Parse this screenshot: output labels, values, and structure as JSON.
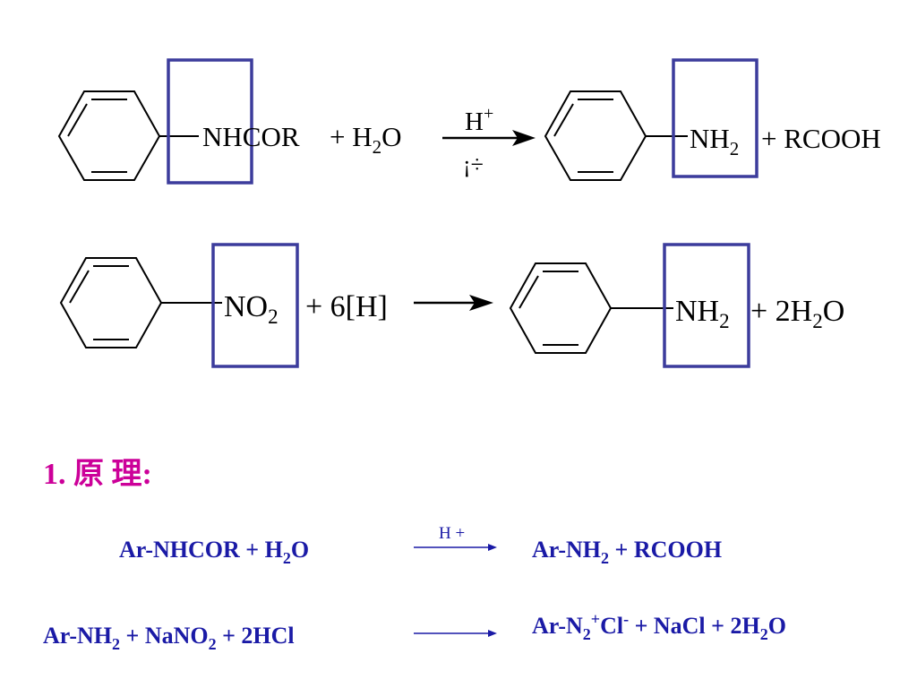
{
  "reaction1": {
    "reactant_group": "NHCOR",
    "plus_water": "+ H",
    "water_sub": "2",
    "water_o": "O",
    "catalyst": "H",
    "catalyst_sup": "+",
    "below_arrow": "¡÷",
    "product_group": "NH",
    "product_sub": "2",
    "byproduct": "+ RCOOH"
  },
  "reaction2": {
    "reactant_group": "NO",
    "reactant_sub": "2",
    "reagent": "+ 6[H]",
    "product_group": "NH",
    "product_sub": "2",
    "byproduct_prefix": "+ 2H",
    "byproduct_sub": "2",
    "byproduct_o": "O"
  },
  "section_heading": "1. 原 理:",
  "eq1": {
    "left_a": "Ar-NHCOR  +  H",
    "left_sub": "2",
    "left_b": "O",
    "catalyst": "H +",
    "right_a": "Ar-NH",
    "right_sub": "2",
    "right_b": "  +  RCOOH"
  },
  "eq2": {
    "left_a": "Ar-NH",
    "left_sub1": "2",
    "left_b": "  +  NaNO",
    "left_sub2": "2",
    "left_c": "  + 2HCl",
    "right_a": "Ar-N",
    "right_sub": "2",
    "right_sup1": "+",
    "right_b": "Cl",
    "right_sup2": "-",
    "right_c": "  + NaCl  + 2H",
    "right_sub2": "2",
    "right_d": "O"
  },
  "colors": {
    "formula_text": "#1a1aa6",
    "heading": "#cc0099",
    "highlight_box": "#3c3c9c"
  }
}
